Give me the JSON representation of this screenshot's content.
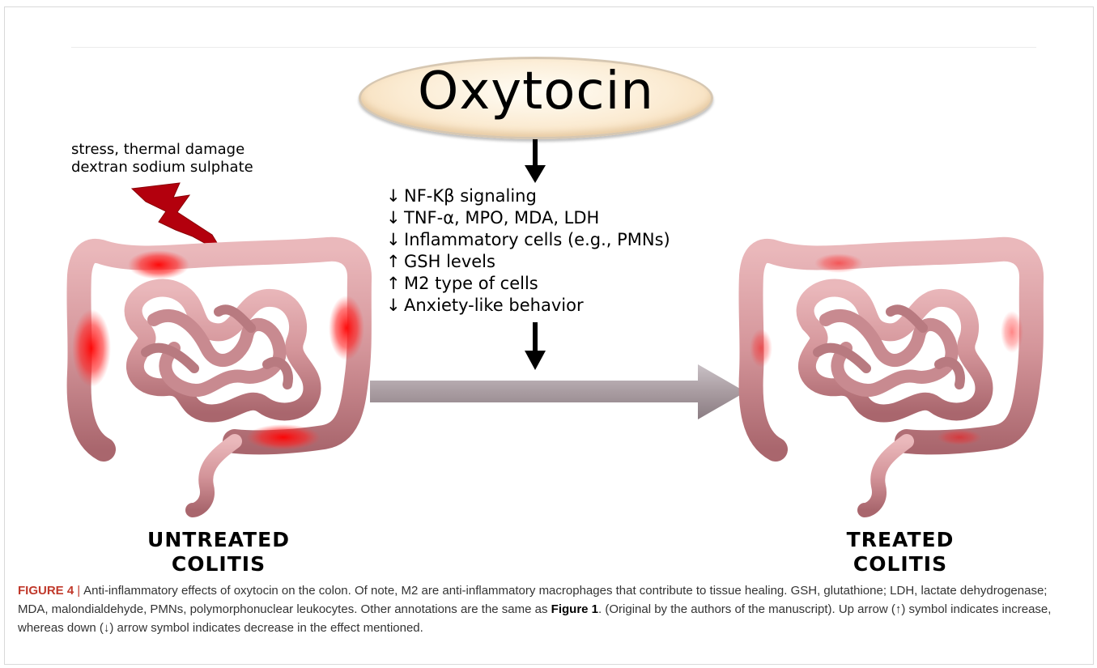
{
  "drug_label": "Oxytocin",
  "causes": [
    "stress, thermal damage",
    "dextran sodium sulphate"
  ],
  "effects": [
    {
      "symbol": "↓",
      "text": "NF-Kβ signaling"
    },
    {
      "symbol": "↓",
      "text": "TNF-α, MPO, MDA, LDH"
    },
    {
      "symbol": "↓",
      "text": "Inflammatory cells (e.g., PMNs)"
    },
    {
      "symbol": "↑",
      "text": "GSH levels"
    },
    {
      "symbol": "↑",
      "text": "M2 type of cells"
    },
    {
      "symbol": "↓",
      "text": "Anxiety-like behavior"
    }
  ],
  "left_label": [
    "UNTREATED",
    "COLITIS"
  ],
  "right_label": [
    "TREATED",
    "COLITIS"
  ],
  "caption": {
    "figure_label": "FIGURE 4",
    "separator": "|",
    "text_before_ref": "Anti-inflammatory effects of oxytocin on the colon. Of note, M2 are anti-inflammatory macrophages that contribute to tissue healing. GSH, glutathione; LDH, lactate dehydrogenase; MDA, malondialdehyde, PMNs, polymorphonuclear leukocytes. Other annotations are the same as ",
    "ref": "Figure 1",
    "text_after_ref": ". (Original by the authors of the manuscript). Up arrow (↑) symbol indicates increase, whereas down (↓) arrow symbol indicates decrease in the effect mentioned."
  },
  "colors": {
    "intestine": "#d79a9f",
    "intestine_shadow": "#a8686e",
    "inflammation": "#ff1a1a",
    "lightning": "#b3000d",
    "process_arrow": "#a89a9e"
  }
}
